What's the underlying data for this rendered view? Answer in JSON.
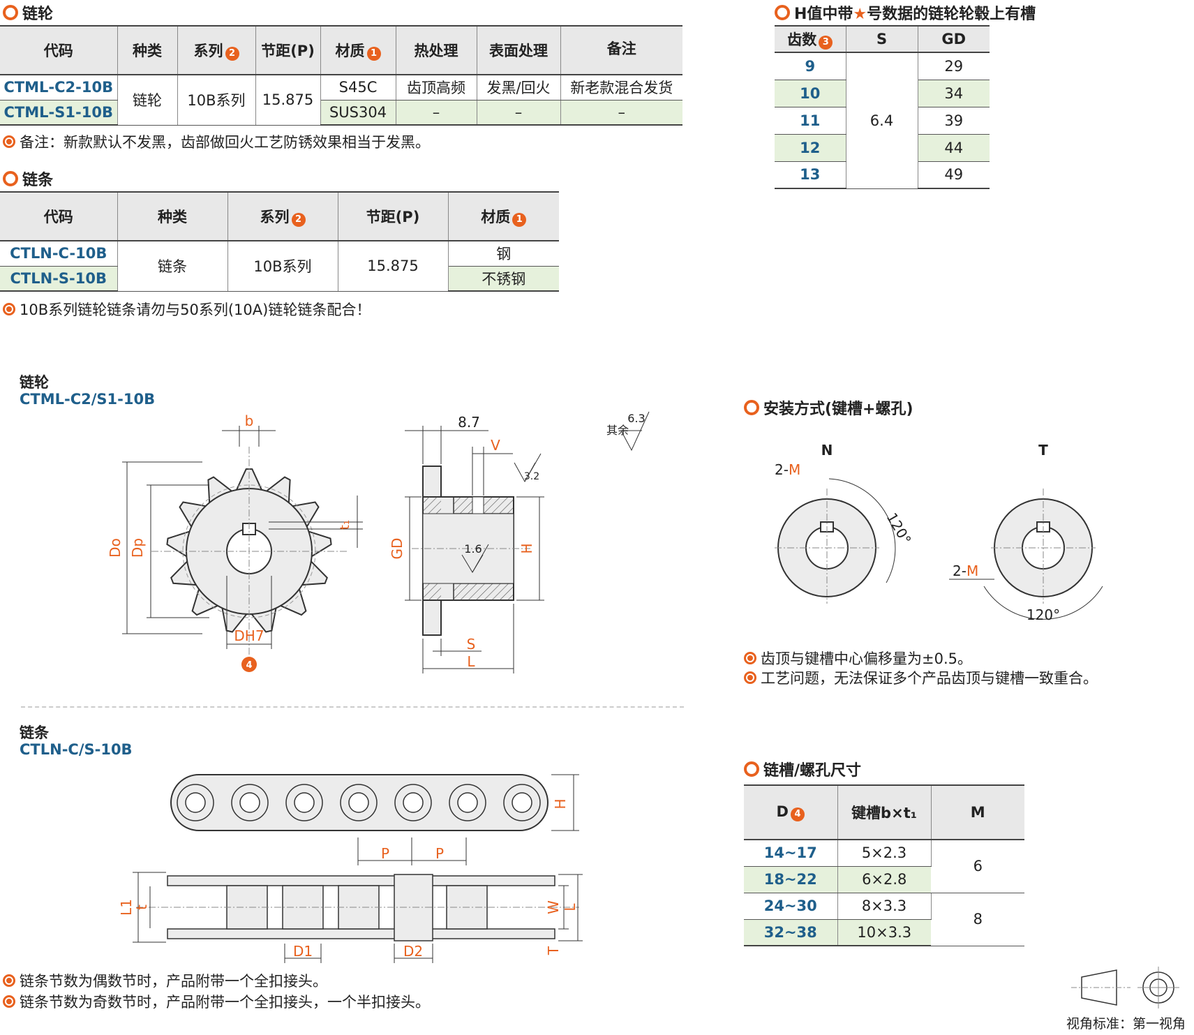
{
  "sprocket_section": {
    "title": "链轮",
    "headers": [
      "代码",
      "种类",
      "系列",
      "节距(P)",
      "材质",
      "热处理",
      "表面处理",
      "备注"
    ],
    "header_badges": {
      "系列": "2",
      "材质": "1"
    },
    "rows": [
      {
        "code": "CTML-C2-10B",
        "material": "S45C",
        "heat": "齿顶高频",
        "surface": "发黑/回火",
        "remark": "新老款混合发货"
      },
      {
        "code": "CTML-S1-10B",
        "material": "SUS304",
        "heat": "–",
        "surface": "–",
        "remark": "–"
      }
    ],
    "type": "链轮",
    "series": "10B系列",
    "pitch": "15.875",
    "note": "备注：新款默认不发黑，齿部做回火工艺防锈效果相当于发黑。"
  },
  "chain_section": {
    "title": "链条",
    "headers": [
      "代码",
      "种类",
      "系列",
      "节距(P)",
      "材质"
    ],
    "header_badges": {
      "系列": "2",
      "材质": "1"
    },
    "rows": [
      {
        "code": "CTLN-C-10B",
        "material": "钢"
      },
      {
        "code": "CTLN-S-10B",
        "material": "不锈钢"
      }
    ],
    "type": "链条",
    "series": "10B系列",
    "pitch": "15.875",
    "note": "10B系列链轮链条请勿与50系列(10A)链轮链条配合！"
  },
  "h_table": {
    "title_pre": "H值中带",
    "title_star": "★",
    "title_post": "号数据的链轮轮毂上有槽",
    "headers": [
      "齿数",
      "S",
      "GD"
    ],
    "header_badge": "3",
    "teeth": [
      "9",
      "10",
      "11",
      "12",
      "13"
    ],
    "s_value": "6.4",
    "gd": [
      "29",
      "34",
      "39",
      "44",
      "49"
    ]
  },
  "drawing_labels": {
    "sprocket_title": "链轮",
    "sprocket_code": "CTML-C2/S1-10B",
    "chain_title": "链条",
    "chain_code": "CTLN-C/S-10B",
    "dim_b": "b",
    "dim_t1": "t₁",
    "dim_do": "Do",
    "dim_dp": "Dp",
    "dim_dh7": "DH7",
    "dim_badge": "4",
    "dim_87": "8.7",
    "dim_v": "V",
    "dim_32": "3.2",
    "dim_16": "1.6",
    "dim_gd": "GD",
    "dim_h": "H",
    "dim_s": "S",
    "dim_l": "L",
    "rough_63": "6.3",
    "rough_rest": "其余",
    "chain_h": "H",
    "chain_p": "P",
    "chain_l1": "L1",
    "chain_t": "t",
    "chain_w": "W",
    "chain_l": "L",
    "chain_T": "T",
    "chain_d1": "D1",
    "chain_d2": "D2"
  },
  "install": {
    "title": "安装方式(键槽+螺孔)",
    "label_n": "N",
    "label_t": "T",
    "m_label_pre": "2-",
    "m_label": "M",
    "angle_n": "120°",
    "angle_t": "120°",
    "notes": [
      "齿顶与键槽中心偏移量为±0.5。",
      "工艺问题，无法保证多个产品齿顶与键槽一致重合。"
    ]
  },
  "keyway": {
    "title": "链槽/螺孔尺寸",
    "headers": [
      "D",
      "键槽b×t₁",
      "M"
    ],
    "header_badge": "4",
    "rows": [
      {
        "d": "14~17",
        "bt": "5×2.3"
      },
      {
        "d": "18~22",
        "bt": "6×2.8"
      },
      {
        "d": "24~30",
        "bt": "8×3.3"
      },
      {
        "d": "32~38",
        "bt": "10×3.3"
      }
    ],
    "m_values": [
      "6",
      "8"
    ]
  },
  "chain_notes": [
    "链条节数为偶数节时，产品附带一个全扣接头。",
    "链条节数为奇数节时，产品附带一个全扣接头，一个半扣接头。"
  ],
  "view_standard": "视角标准：第一视角",
  "colors": {
    "accent": "#e8611e",
    "code": "#1f5f8b",
    "row_green": "#e6f1dc",
    "header_gray": "#e8e8e8"
  }
}
